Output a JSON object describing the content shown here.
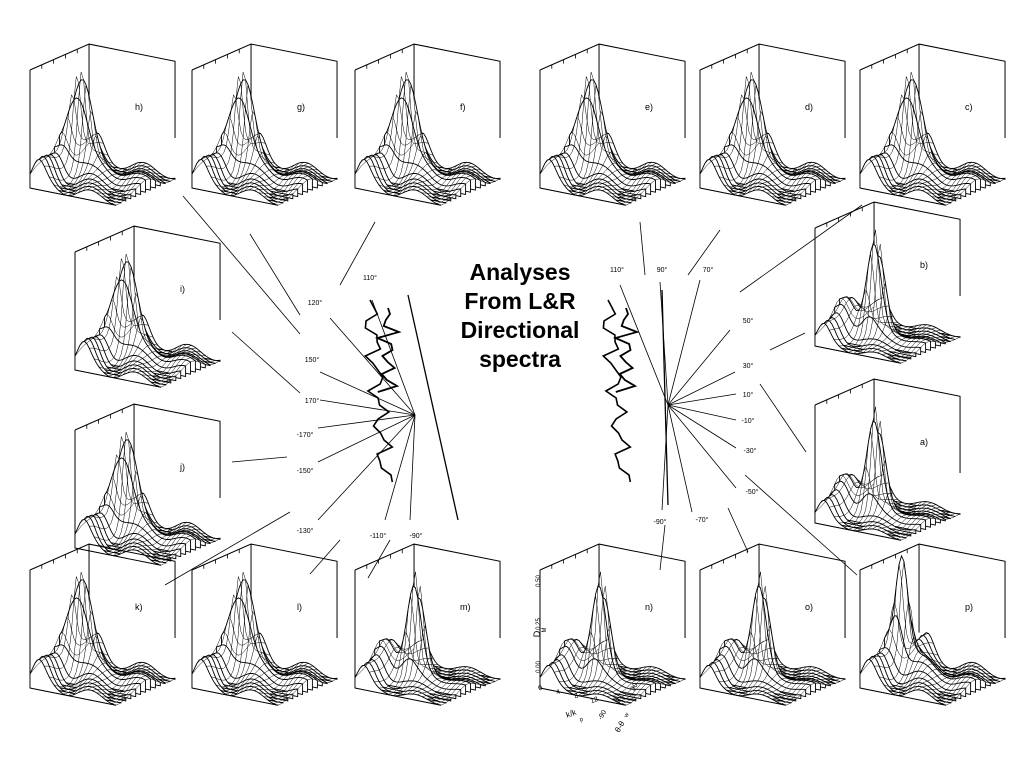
{
  "title_lines": [
    "Analyses",
    "From L&R",
    "Directional",
    "spectra"
  ],
  "panels": [
    {
      "label": "h)"
    },
    {
      "label": "g)"
    },
    {
      "label": "f)"
    },
    {
      "label": "e)"
    },
    {
      "label": "d)"
    },
    {
      "label": "c)"
    },
    {
      "label": "i)"
    },
    {
      "label": "b)"
    },
    {
      "label": "j)"
    },
    {
      "label": "a)"
    },
    {
      "label": "k)"
    },
    {
      "label": "l)"
    },
    {
      "label": "m)"
    },
    {
      "label": "n)"
    },
    {
      "label": "o)"
    },
    {
      "label": "p)"
    }
  ],
  "left_map_angles": [
    "110°",
    "120°",
    "150°",
    "170°",
    "-170°",
    "-150°",
    "-130°",
    "-110°",
    "-90°"
  ],
  "right_map_angles": [
    "110°",
    "90°",
    "70°",
    "50°",
    "30°",
    "10°",
    "-10°",
    "-30°",
    "-50°",
    "-90°",
    "-70°"
  ],
  "axis_labels": {
    "x_label": "k/k",
    "x_sub": "p",
    "y_label": "θ-θ",
    "y_sub": "w",
    "z_label": "D",
    "z_sub": "M",
    "x_ticks": [
      "0",
      "4",
      "8",
      "12"
    ],
    "y_ticks": [
      "-90",
      "0",
      "90"
    ],
    "z_ticks": [
      "0.00",
      "0.25",
      "0.50"
    ]
  }
}
